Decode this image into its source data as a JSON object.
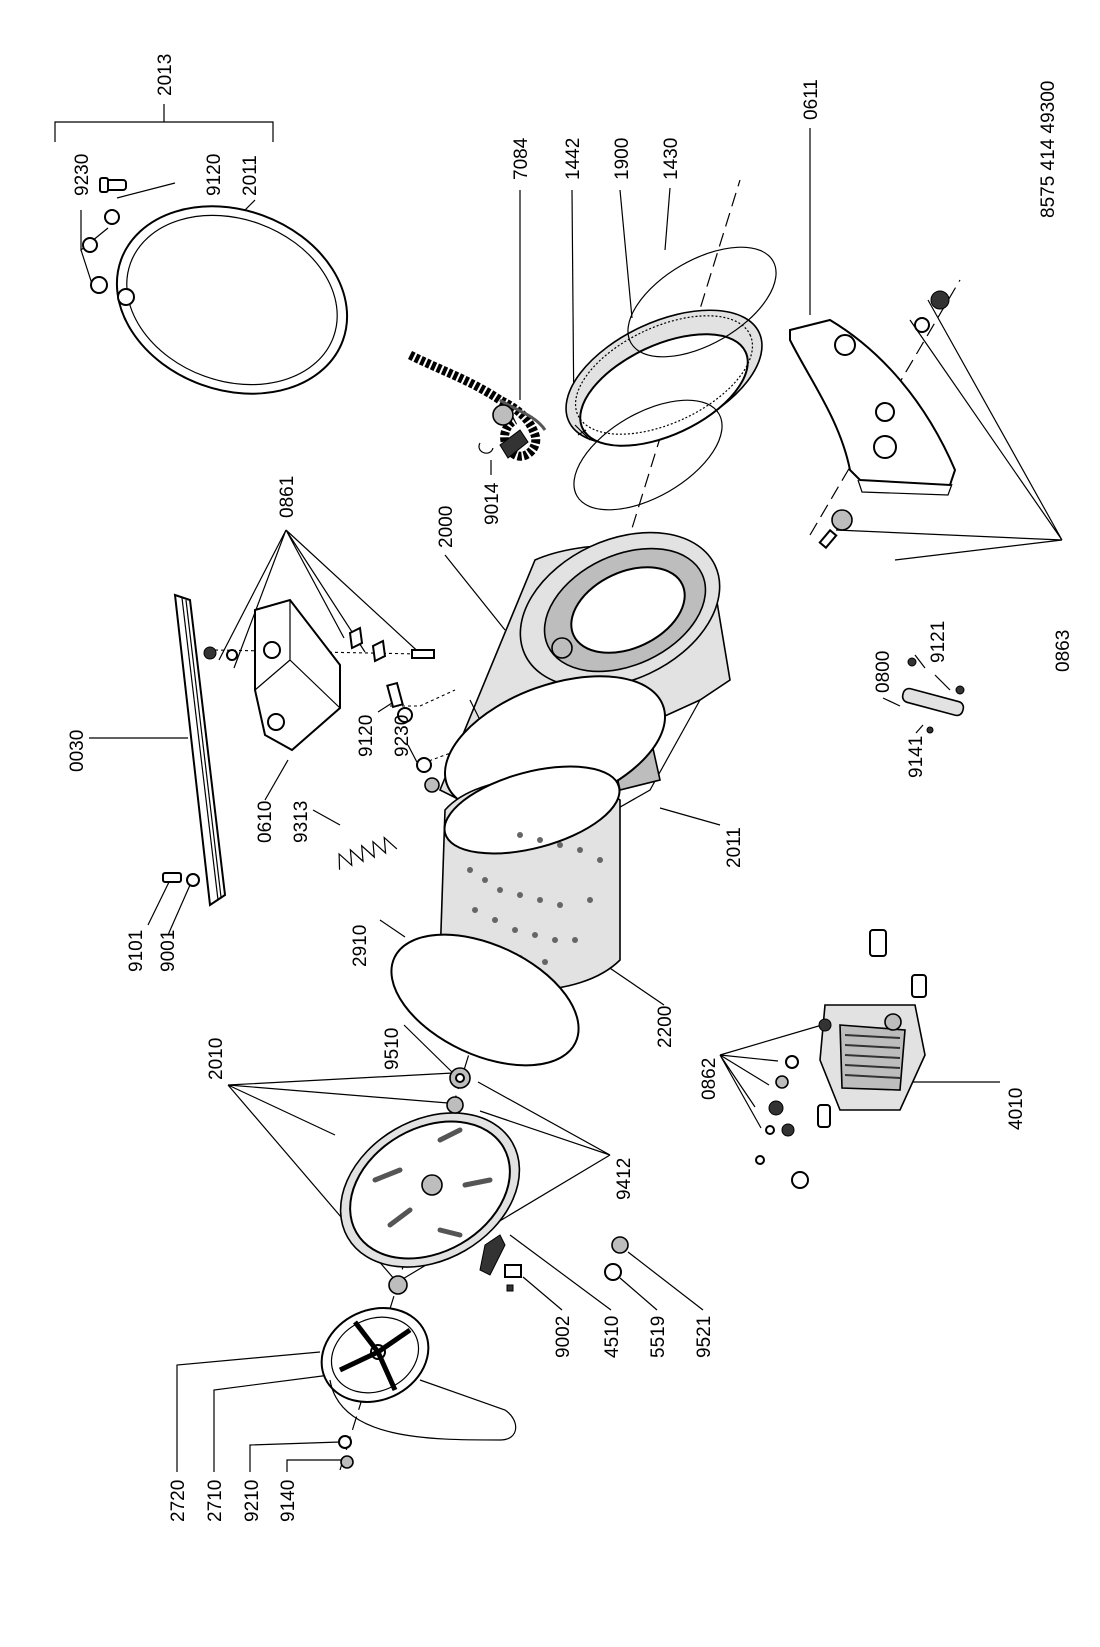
{
  "document_number": "8575 414 49300",
  "labels": {
    "l2013": "2013",
    "l9230a": "9230",
    "l9120a": "9120",
    "l2011a": "2011",
    "l7084": "7084",
    "l1442": "1442",
    "l1900": "1900",
    "l1430": "1430",
    "l0611": "0611",
    "l0861": "0861",
    "l9014": "9014",
    "l2000": "2000",
    "l0030": "0030",
    "l0610": "0610",
    "l9313": "9313",
    "l9120b": "9120",
    "l9230b": "9230",
    "l0863": "0863",
    "l0800": "0800",
    "l9121": "9121",
    "l9141": "9141",
    "l2011b": "2011",
    "l9101": "9101",
    "l9001": "9001",
    "l2910": "2910",
    "l2200": "2200",
    "l0862": "0862",
    "l4010": "4010",
    "l9510": "9510",
    "l2010": "2010",
    "l9412": "9412",
    "l2720": "2720",
    "l2710": "2710",
    "l9210": "9210",
    "l9140": "9140",
    "l9002": "9002",
    "l4510": "4510",
    "l5519": "5519",
    "l9521": "9521"
  }
}
